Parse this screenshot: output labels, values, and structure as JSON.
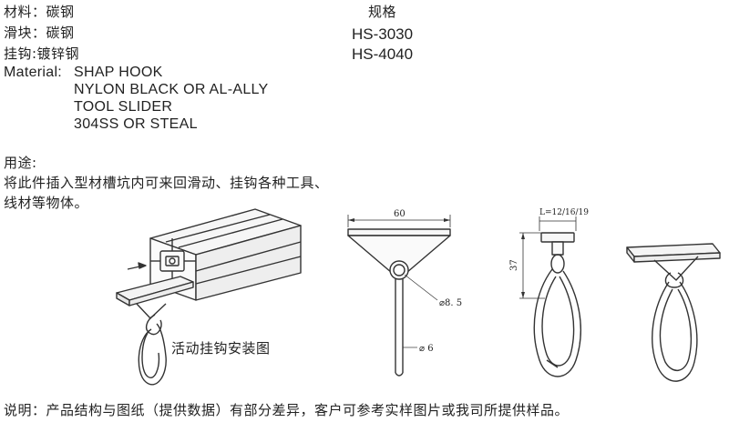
{
  "materials_cn": {
    "line1": "材料：碳钢",
    "line2": "滑块：碳钢",
    "line3": "挂钩:镀锌钢"
  },
  "materials_en": {
    "label": "Material:",
    "line1": "SHAP HOOK",
    "line2": "NYLON BLACK OR AL-ALLY",
    "line3": "TOOL SLIDER",
    "line4": "304SS OR STEAL"
  },
  "spec": {
    "title": "规格",
    "items": [
      "HS-3030",
      "HS-4040"
    ]
  },
  "usage": {
    "title": "用途:",
    "line1": "将此件插入型材槽坑内可来回滑动、挂钩各种工具、",
    "line2": "线材等物体。"
  },
  "figures": {
    "install_caption": "活动挂钩安装图",
    "width_dim": "60",
    "hole_dim": "⌀8. 5",
    "rod_dim": "⌀ 6",
    "length_dim": "L=12/16/19",
    "height_dim": "37"
  },
  "note": "说明：产品结构与图纸（提供数据）有部分差异，客户可参考实样图片或我司所提供样品。"
}
